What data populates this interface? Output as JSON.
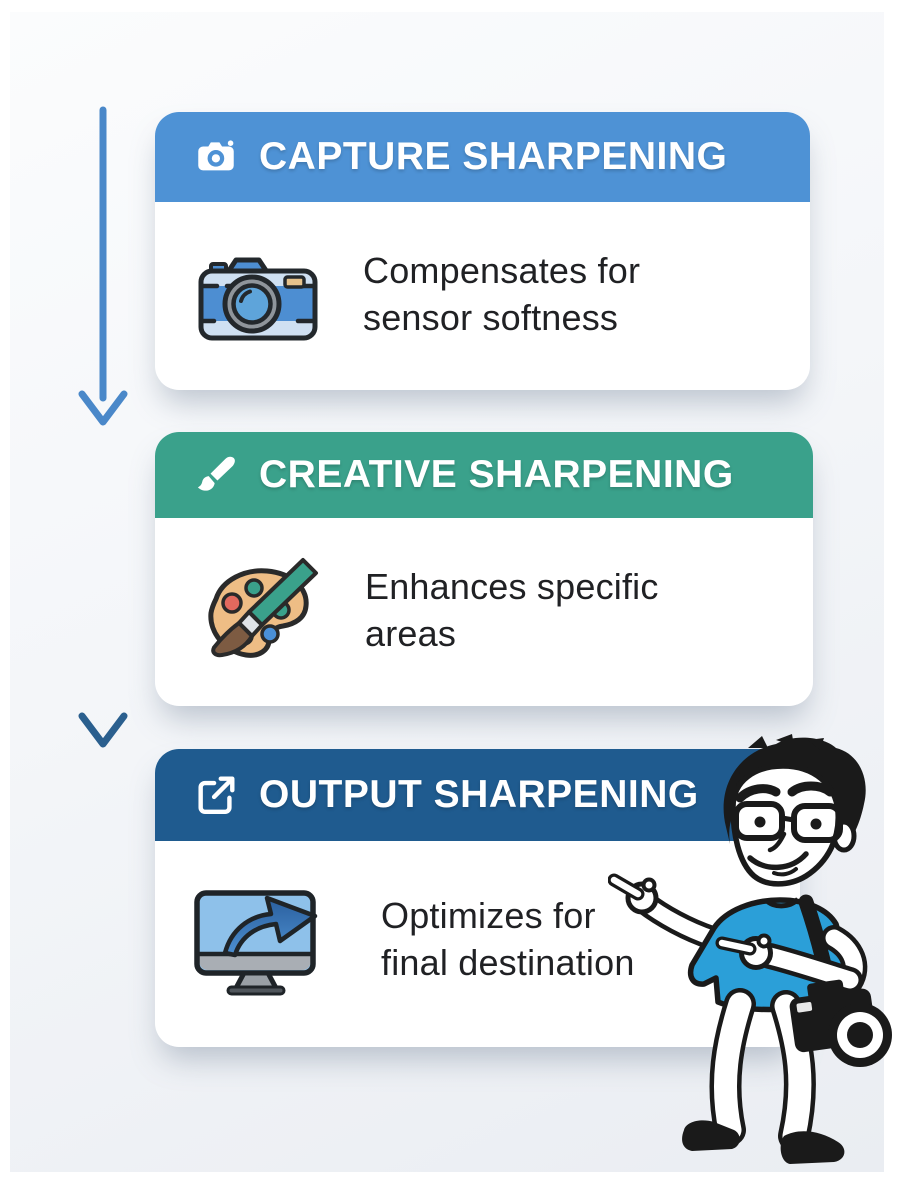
{
  "infographic": {
    "steps": [
      {
        "title": "CAPTURE SHARPENING",
        "description": "Compensates for\nsensor softness",
        "header_color": "#4e92d5",
        "header_icon": "camera-icon",
        "illustration": "camera-illustration"
      },
      {
        "title": "CREATIVE SHARPENING",
        "description": "Enhances specific\nareas",
        "header_color": "#3aa18b",
        "header_icon": "paintbrush-icon",
        "illustration": "paint-palette-illustration"
      },
      {
        "title": "OUTPUT SHARPENING",
        "description": "Optimizes for\nfinal destination",
        "header_color": "#1f5b8f",
        "header_icon": "external-link-icon",
        "illustration": "monitor-export-illustration"
      }
    ],
    "connector_arrows": [
      {
        "direction": "down",
        "color_start": "#4a88c9",
        "color_end": "#4a88c9"
      },
      {
        "direction": "down",
        "color_start": "#3aa18b",
        "color_end": "#2a5f8e"
      }
    ],
    "character": {
      "role": "photographer-mascot",
      "shirt_color": "#2b9fd8"
    }
  }
}
